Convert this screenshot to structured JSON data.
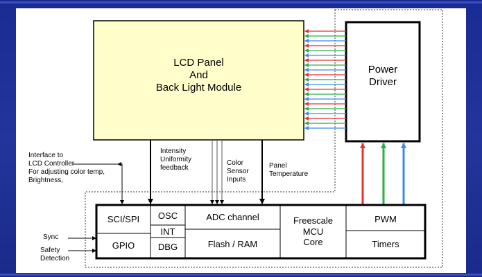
{
  "blocks": {
    "lcd": "LCD Panel\nAnd\nBack Light Module",
    "power": "Power\nDriver"
  },
  "annotations": {
    "interface": "Interface to\nLCD Controller\nFor adjusting color temp,\nBrightness,",
    "intensity": "Intensity\nUniformity\nfeedback",
    "color_sensor": "Color\nSensor\nInputs",
    "panel_temp": "Panel\nTemperature",
    "sync": "Sync",
    "safety": "Safety\nDetection"
  },
  "mcu": {
    "sci_spi": "SCI/SPI",
    "gpio": "GPIO",
    "osc": "OSC",
    "int": "INT",
    "dbg": "DBG",
    "adc": "ADC channel",
    "flash": "Flash / RAM",
    "core": "Freescale\nMCU\nCore",
    "pwm": "PWM",
    "timers": "Timers"
  },
  "colors": {
    "lcd_fill": "#ffffcc",
    "pwm_red": "#e83030",
    "pwm_green": "#28b040",
    "pwm_blue": "#3a8ae8"
  }
}
